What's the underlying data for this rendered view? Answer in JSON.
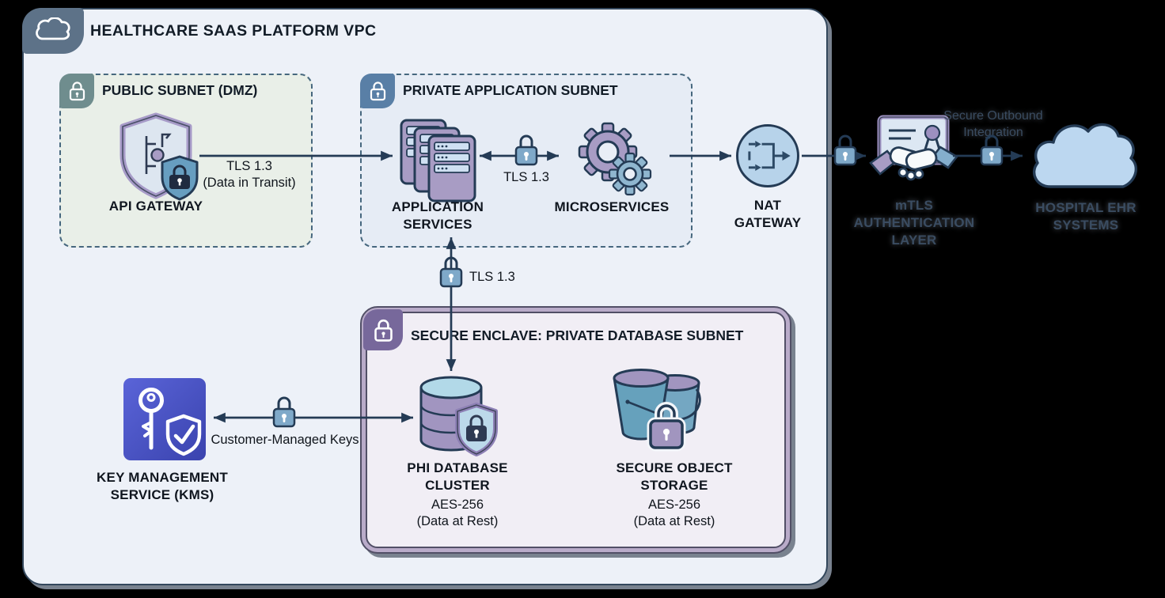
{
  "vpc": {
    "title": "HEALTHCARE SAAS PLATFORM VPC"
  },
  "public_subnet": {
    "title": "PUBLIC SUBNET (DMZ)",
    "api_gateway": {
      "label": "API GATEWAY"
    }
  },
  "private_subnet": {
    "title": "PRIVATE APPLICATION SUBNET",
    "app_services": {
      "label": "APPLICATION SERVICES"
    },
    "microservices": {
      "label": "MICROSERVICES"
    }
  },
  "enclave": {
    "title": "SECURE ENCLAVE: PRIVATE DATABASE SUBNET",
    "phi_database": {
      "label": "PHI DATABASE CLUSTER",
      "encryption": "AES-256",
      "encryption_note": "(Data at Rest)"
    },
    "object_storage": {
      "label": "SECURE OBJECT STORAGE",
      "encryption": "AES-256",
      "encryption_note": "(Data at Rest)"
    }
  },
  "kms": {
    "label": "KEY MANAGEMENT SERVICE (KMS)"
  },
  "nat_gateway": {
    "label": "NAT GATEWAY"
  },
  "external": {
    "mtls": {
      "label": "mTLS AUTHENTICATION LAYER"
    },
    "hospital": {
      "label": "HOSPITAL EHR SYSTEMS"
    },
    "outbound_label": "Secure Outbound Integration"
  },
  "connections": {
    "api_to_app": {
      "line1": "TLS 1.3",
      "line2": "(Data in Transit)"
    },
    "app_to_micro": {
      "label": "TLS 1.3"
    },
    "app_to_db": {
      "label": "TLS 1.3"
    },
    "db_to_kms": {
      "label": "Customer-Managed Keys"
    }
  },
  "colors": {
    "background": "#000000",
    "vpc_fill": "#edf1f8",
    "vpc_border": "#33475c",
    "vpc_tab": "#5d7288",
    "public_subnet_fill": "#e9efe8",
    "public_tab": "#6f8d8e",
    "private_subnet_fill": "#e6ecf5",
    "private_tab": "#597fa6",
    "enclave_fill": "#f1eef5",
    "enclave_band": "#b9abc9",
    "enclave_tab": "#77689b",
    "arrow": "#243b55",
    "lock_blue": "#7fa9c9",
    "icon_purple": "#a89cc4",
    "icon_steel_blue": "#84aecd",
    "node_blue_fill": "#b7d3ea",
    "kms_blue": "#4a54c8"
  }
}
